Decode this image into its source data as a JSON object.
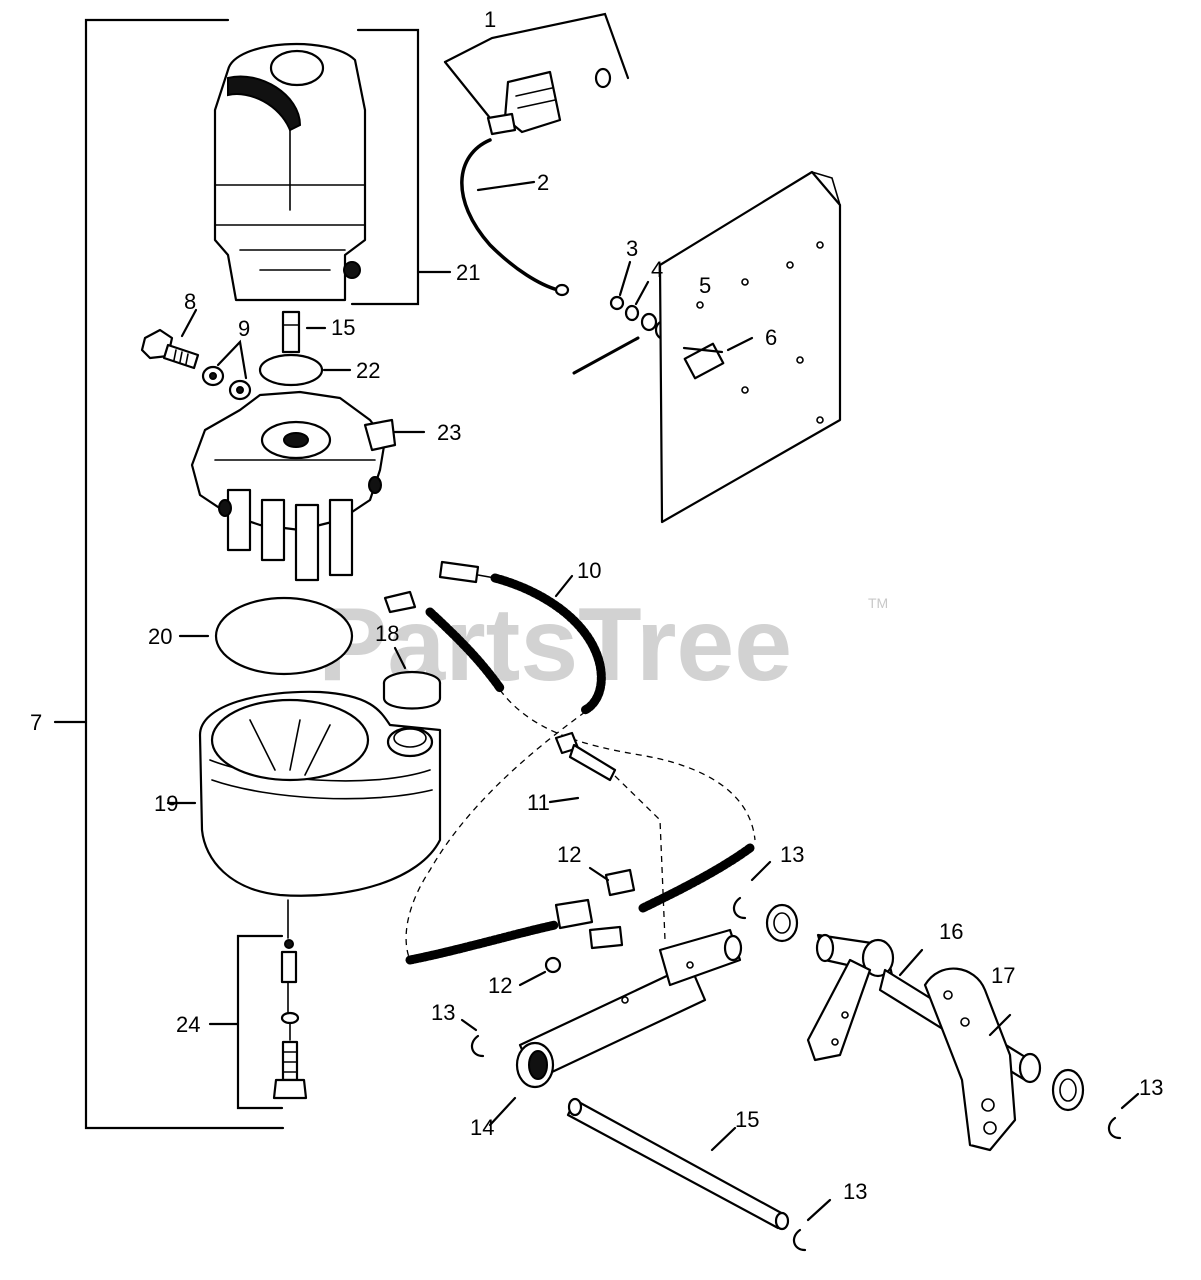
{
  "watermark": {
    "text": "PartsTree",
    "trademark": "TM"
  },
  "callouts": {
    "c1": "1",
    "c2": "2",
    "c3": "3",
    "c4": "4",
    "c5": "5",
    "c6": "6",
    "c7": "7",
    "c8": "8",
    "c9": "9",
    "c10": "10",
    "c11": "11",
    "c12a": "12",
    "c12b": "12",
    "c13a": "13",
    "c13b": "13",
    "c13c": "13",
    "c13d": "13",
    "c14": "14",
    "c15a": "15",
    "c15b": "15",
    "c16": "16",
    "c17": "17",
    "c18": "18",
    "c19": "19",
    "c20": "20",
    "c21": "21",
    "c22": "22",
    "c23": "23",
    "c24": "24"
  }
}
